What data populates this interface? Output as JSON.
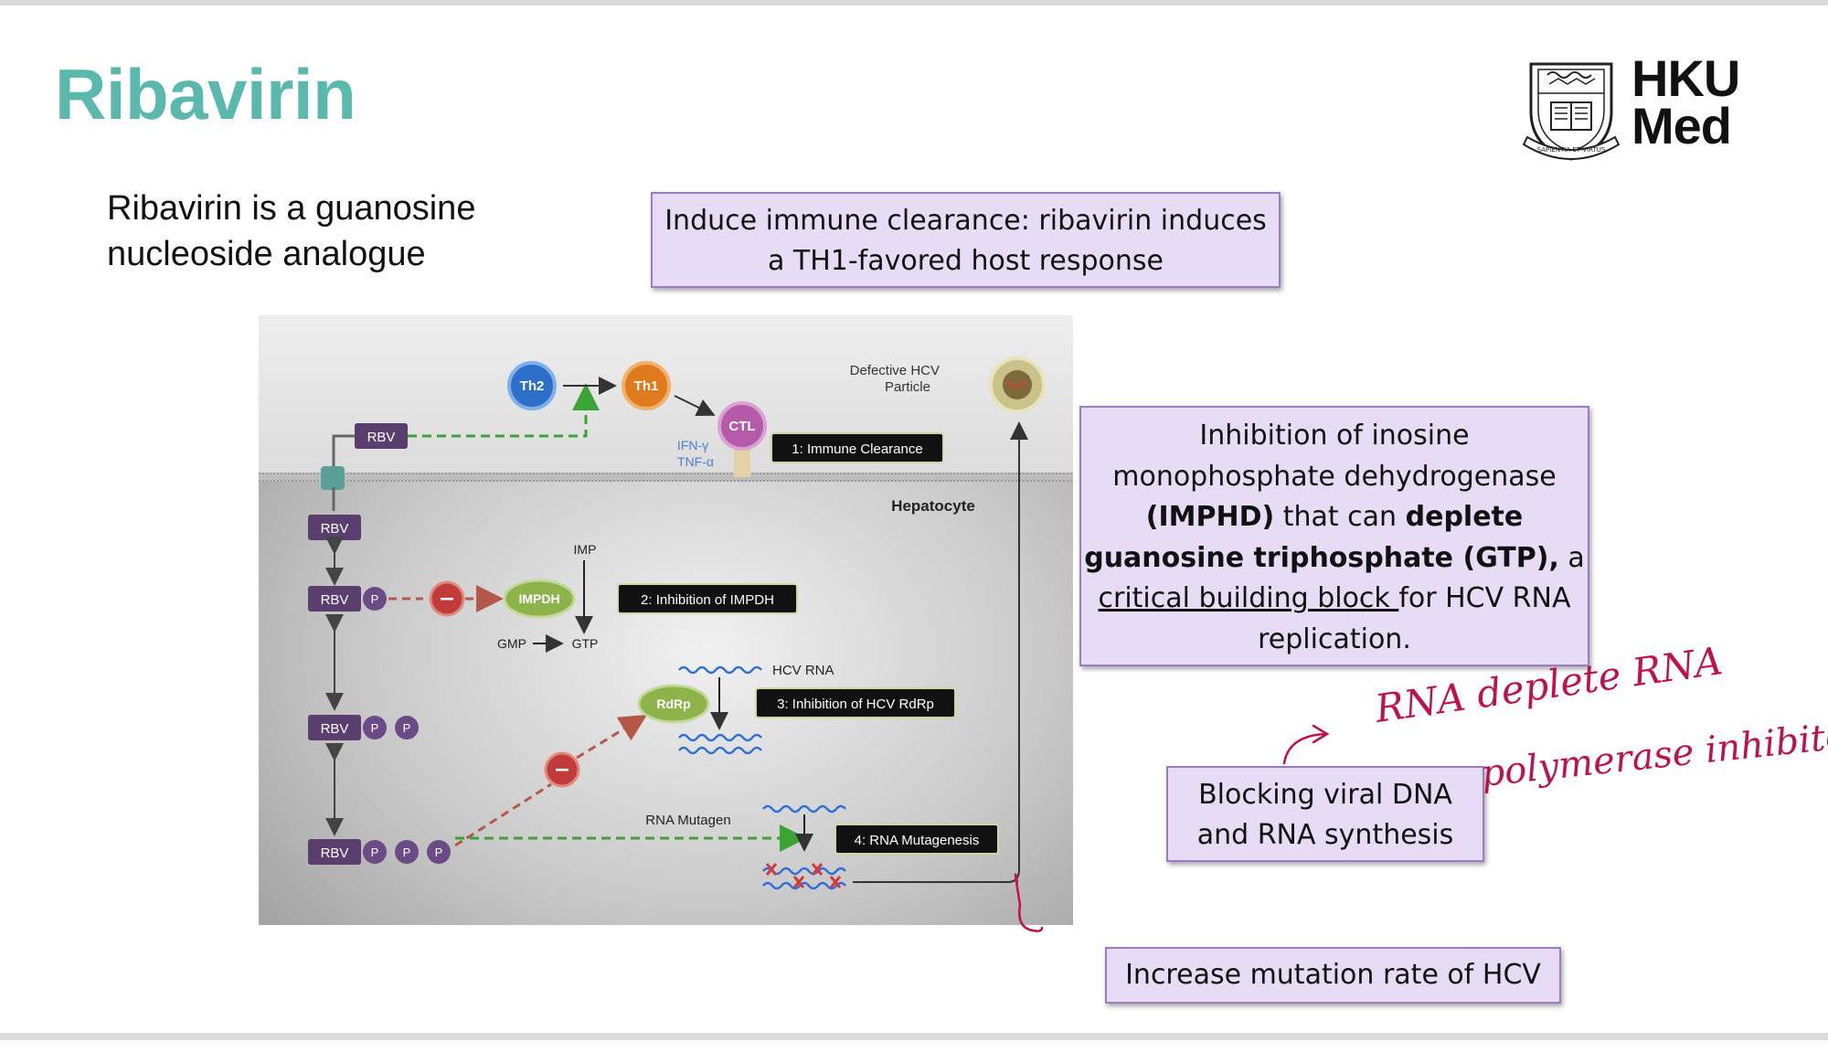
{
  "slide": {
    "title": "Ribavirin",
    "subtitle_line1": "Ribavirin is a guanosine",
    "subtitle_line2": "nucleoside analogue",
    "logo_text_line1": "HKU",
    "logo_text_line2": "Med",
    "logo_seal_text": "SAPIENTIA ET VIRTUS"
  },
  "callouts": {
    "immune": {
      "line1": "Induce immune clearance: ribavirin induces",
      "line2": "a TH1-favored host response"
    },
    "impdh": {
      "line1": "Inhibition of inosine",
      "line2": "monophosphate dehydrogenase",
      "line3_bold": "(IMPHD)",
      "line3_rest": " that can ",
      "line3_bold2": "deplete",
      "line4_bold": "guanosine triphosphate (GTP),",
      "line4_rest": " a",
      "line5_underline": "critical building block ",
      "line5_rest": "for HCV RNA",
      "line6": "replication."
    },
    "blocking": {
      "line1": "Blocking viral DNA",
      "line2": "and RNA synthesis"
    },
    "mutation": {
      "text": "Increase mutation rate of HCV"
    }
  },
  "handwriting": {
    "line1": "RNA deplete RNA",
    "line2": "polymerase inhibited.",
    "color": "#c0124a"
  },
  "diagram": {
    "labels": {
      "th2": "Th2",
      "th1": "Th1",
      "ctl": "CTL",
      "rbv": "RBV",
      "p": "P",
      "ifn": "IFN-γ",
      "tnf": "TNF-α",
      "defective_line1": "Defective HCV",
      "defective_line2": "Particle",
      "hepatocyte": "Hepatocyte",
      "imp": "IMP",
      "impdh": "IMPDH",
      "gmp": "GMP",
      "gtp": "GTP",
      "hcv_rna": "HCV RNA",
      "rdrp": "RdRp",
      "rna_mutagen": "RNA Mutagen",
      "minus": "−"
    },
    "steps": [
      "1: Immune Clearance",
      "2: Inhibition of IMPDH",
      "3: Inhibition of HCV RdRp",
      "4: RNA Mutagenesis"
    ],
    "colors": {
      "th2": "#2b6fc9",
      "th1": "#e07a1c",
      "ctl": "#b45aa8",
      "rbv": "#5a3f6e",
      "enzyme": "#8db34a",
      "inhibit": "#c23b3b",
      "dashed_green": "#3aa535",
      "dashed_red": "#b5584a",
      "rna_blue": "#2f6fd6"
    }
  }
}
